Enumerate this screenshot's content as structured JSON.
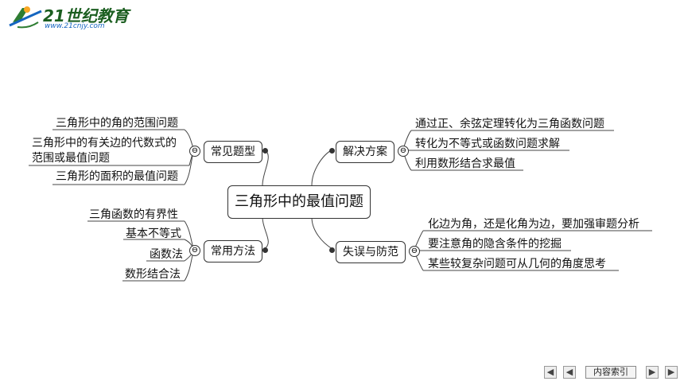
{
  "logo": {
    "text": "21世纪教育",
    "sub": "www.21cnjy.com"
  },
  "center": {
    "title": "三角形中的最值问题"
  },
  "branches": {
    "common_types": {
      "label": "常见题型",
      "items": [
        "三角形中的角的范围问题",
        "三角形中的有关边的代数式的",
        "范围或最值问题",
        "三角形的面积的最值问题"
      ]
    },
    "common_methods": {
      "label": "常用方法",
      "items": [
        "三角函数的有界性",
        "基本不等式",
        "函数法",
        "数形结合法"
      ]
    },
    "solutions": {
      "label": "解决方案",
      "items": [
        "通过正、余弦定理转化为三角函数问题",
        "转化为不等式或函数问题求解",
        "利用数形结合求最值"
      ]
    },
    "pitfalls": {
      "label": "失误与防范",
      "items": [
        "化边为角，还是化角为边，要加强审题分析",
        "要注意角的隐含条件的挖掘",
        "某些较复杂问题可从几何的角度思考"
      ]
    }
  },
  "toggle_symbol": "⊖",
  "nav": {
    "first": "◀",
    "prev": "◀",
    "index_label": "内容索引",
    "next": "▶",
    "last": "▶"
  },
  "colors": {
    "line": "#444444",
    "logo_green": "#2e7d32",
    "logo_blue": "#1565c0"
  }
}
